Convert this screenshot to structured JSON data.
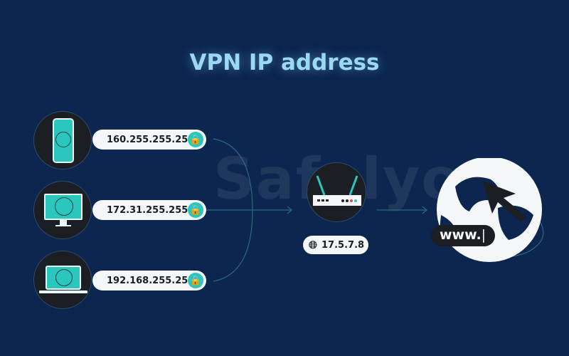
{
  "title": "VPN IP address",
  "watermark": "Safelyo",
  "devices": [
    {
      "type": "phone",
      "ip": "160.255.255.255",
      "icon": "lock-icon"
    },
    {
      "type": "monitor",
      "ip": "172.31.255.255",
      "icon": "lock-icon"
    },
    {
      "type": "laptop",
      "ip": "192.168.255.255",
      "icon": "lock-icon"
    }
  ],
  "router": {
    "ip": "17.5.7.8",
    "icon": "globe-icon"
  },
  "internet": {
    "url_text": "www.",
    "icon": "cursor-arrow-icon"
  },
  "colors": {
    "background": "#0c2650",
    "accent": "#2bc6bd",
    "title": "#9bd8f2"
  }
}
